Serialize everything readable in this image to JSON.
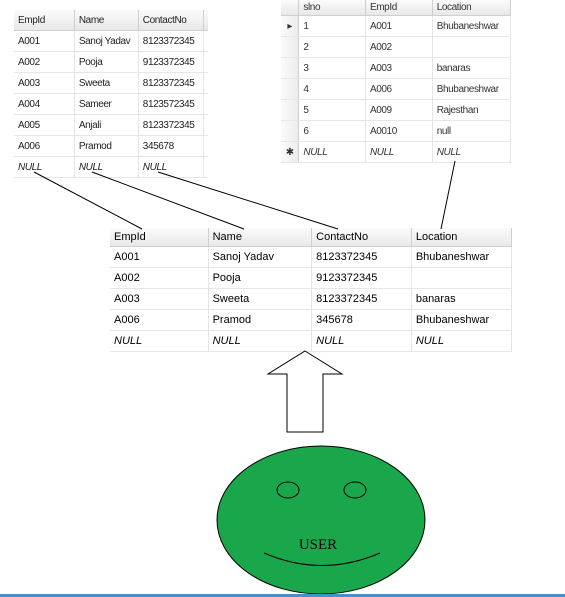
{
  "employee_table": {
    "columns": [
      "EmpId",
      "Name",
      "ContactNo"
    ],
    "rows": [
      [
        "A001",
        "Sanoj Yadav",
        "8123372345"
      ],
      [
        "A002",
        "Pooja",
        "9123372345"
      ],
      [
        "A003",
        "Sweeta",
        "8123372345"
      ],
      [
        "A004",
        "Sameer",
        "8123572345"
      ],
      [
        "A005",
        "Anjali",
        "8123372345"
      ],
      [
        "A006",
        "Pramod",
        "345678"
      ]
    ],
    "null_row": [
      "NULL",
      "NULL",
      "NULL"
    ]
  },
  "location_table": {
    "columns": [
      "slno",
      "EmpId",
      "Location"
    ],
    "rows": [
      [
        "1",
        "A001",
        "Bhubaneshwar"
      ],
      [
        "2",
        "A002",
        ""
      ],
      [
        "3",
        "A003",
        "banaras"
      ],
      [
        "4",
        "A006",
        "Bhubaneshwar"
      ],
      [
        "5",
        "A009",
        "Rajesthan"
      ],
      [
        "6",
        "A0010",
        "null"
      ]
    ],
    "null_row": [
      "NULL",
      "NULL",
      "NULL"
    ],
    "current_row_marker": "▸",
    "new_row_marker": "✱"
  },
  "result_table": {
    "columns": [
      "EmpId",
      "Name",
      "ContactNo",
      "Location"
    ],
    "rows": [
      [
        "A001",
        "Sanoj Yadav",
        "8123372345",
        "Bhubaneshwar"
      ],
      [
        "A002",
        "Pooja",
        "9123372345",
        ""
      ],
      [
        "A003",
        "Sweeta",
        "8123372345",
        "banaras"
      ],
      [
        "A006",
        "Pramod",
        "345678",
        "Bhubaneshwar"
      ]
    ],
    "null_row": [
      "NULL",
      "NULL",
      "NULL",
      "NULL"
    ]
  },
  "user": {
    "label": "USER",
    "face_color": "#1aa64a"
  }
}
